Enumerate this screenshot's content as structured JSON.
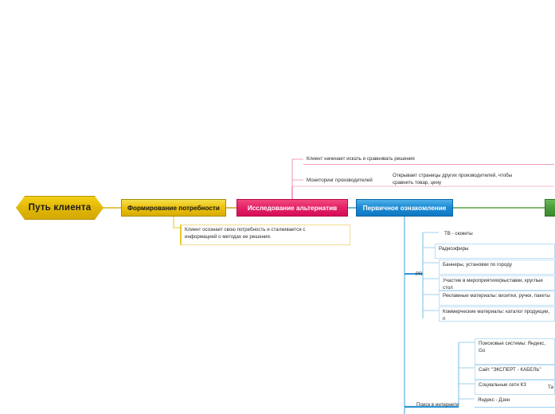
{
  "diagram": {
    "type": "mindmap",
    "title": "Путь клиента",
    "orientation": "left-to-right",
    "colors": {
      "root_gold": "#e2b808",
      "branch_gold": "#ecc310",
      "branch_pink": "#e52469",
      "branch_blue": "#1e8bd4",
      "branch_green": "#4e9e3e",
      "text_dark": "#2c2c2c",
      "text_light": "#ffffff",
      "background": "#ffffff"
    }
  },
  "root": {
    "label": "Путь клиента"
  },
  "stages": [
    {
      "id": "stage-need",
      "label": "Формирование потребности",
      "color": "#ecc310"
    },
    {
      "id": "stage-alternatives",
      "label": "Исследование альтернатив",
      "color": "#e52469"
    },
    {
      "id": "stage-first-touch",
      "label": "Первичное ознакомление",
      "color": "#1e8bd4"
    },
    {
      "id": "stage-next",
      "label": "",
      "color": "#4e9e3e"
    }
  ],
  "need_branch": {
    "note": "Клиент осознает свою потребность и сталкивается с\nинформацией о методах ее решения."
  },
  "alternatives_branch": {
    "headline": "Клиент начинает искать и сравнивать решения",
    "items": [
      {
        "label": "Мониторинг производителей",
        "detail": "Открывает страницы других производителей, чтобы\nсравнить товар, цену"
      }
    ]
  },
  "first_touch_branch": {
    "groups": [
      {
        "label": "PR",
        "items": [
          "ТВ - сюжеты",
          "Радиоэфиры",
          "Баннеры, установки по городу",
          "Участие в мероприятиях(выставки, круглые стол",
          "Рекламные материалы: визитки, ручки, пакеты",
          "Коммерческие материалы: каталог продукции, п"
        ]
      },
      {
        "label": "Поиск в интернете",
        "items": [
          "Поисковые системы: Яндекс, Go",
          "Сайт \"ЭКСПЕРТ - КАБЕЛЬ\"",
          "Социальные сети КЗ",
          "Яндекс - Дзен"
        ],
        "extra_labels": [
          "Та"
        ]
      }
    ]
  }
}
